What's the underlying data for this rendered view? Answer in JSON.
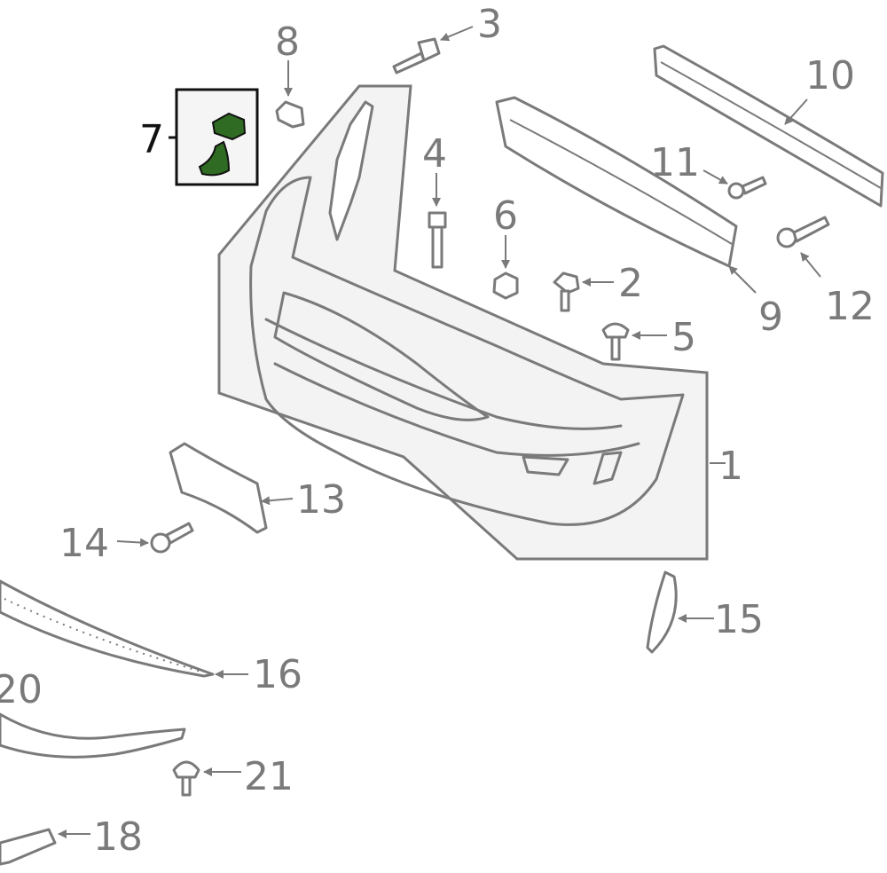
{
  "diagram": {
    "highlight_color": "#2f6b22",
    "callouts": [
      {
        "id": "1",
        "text": "1"
      },
      {
        "id": "2",
        "text": "2"
      },
      {
        "id": "3",
        "text": "3"
      },
      {
        "id": "4",
        "text": "4"
      },
      {
        "id": "5",
        "text": "5"
      },
      {
        "id": "6",
        "text": "6"
      },
      {
        "id": "7",
        "text": "7"
      },
      {
        "id": "8",
        "text": "8"
      },
      {
        "id": "9",
        "text": "9"
      },
      {
        "id": "10",
        "text": "10"
      },
      {
        "id": "11",
        "text": "11"
      },
      {
        "id": "12",
        "text": "12"
      },
      {
        "id": "13",
        "text": "13"
      },
      {
        "id": "14",
        "text": "14"
      },
      {
        "id": "15",
        "text": "15"
      },
      {
        "id": "16",
        "text": "16"
      },
      {
        "id": "18",
        "text": "18"
      },
      {
        "id": "20",
        "text": "20"
      },
      {
        "id": "21",
        "text": "21"
      }
    ]
  }
}
